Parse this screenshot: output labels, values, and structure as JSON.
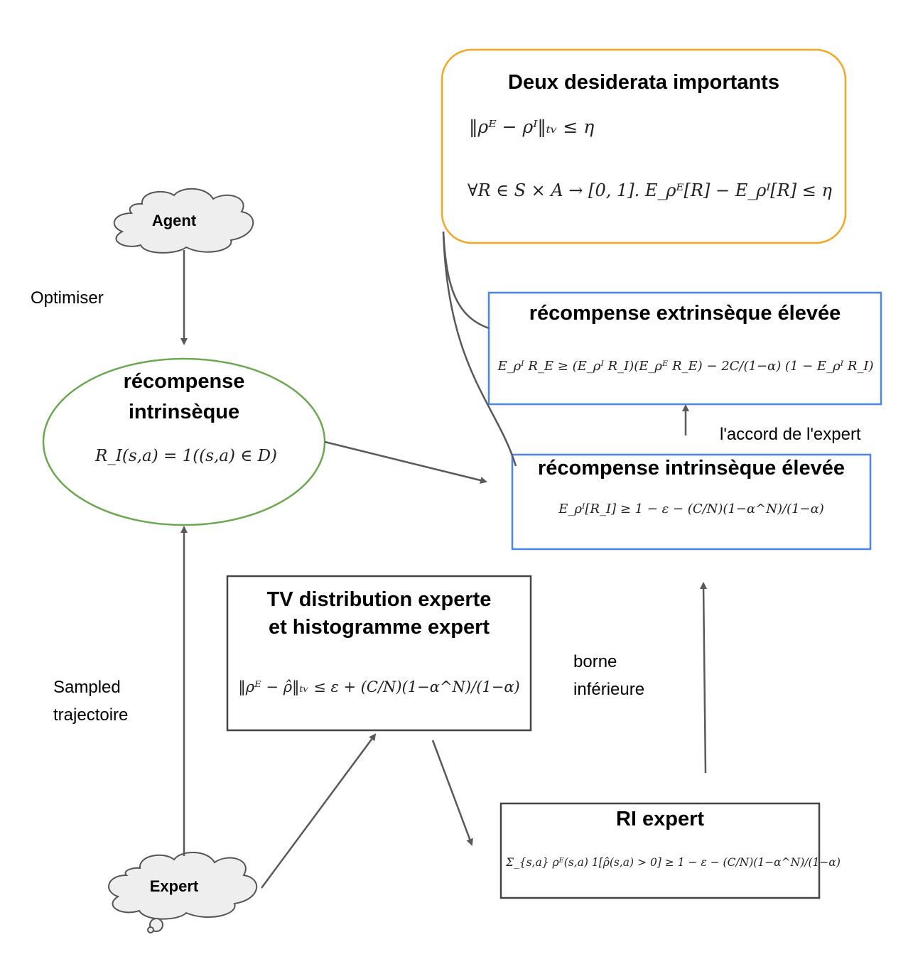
{
  "nodes": {
    "agent": {
      "label": "Agent"
    },
    "expert": {
      "label": "Expert"
    },
    "desiderata": {
      "title": "Deux desiderata importants",
      "eq1": "‖ρᴱ − ρᴵ‖ₜᵥ ≤ η",
      "eq2": "∀R ∈ S × A → [0, 1].   E_ρᴱ[R] − E_ρᴵ[R] ≤ η"
    },
    "intrinsic_reward": {
      "title_line1": "récompense",
      "title_line2": "intrinsèque",
      "eq": "R_I(s,a) = 1((s,a) ∈ D)"
    },
    "high_extrinsic": {
      "title": "récompense extrinsèque élevée",
      "eq": "E_ρᴵ R_E ≥ (E_ρᴵ R_I)(E_ρᴱ R_E) − 2C/(1−α) (1 − E_ρᴵ R_I)"
    },
    "high_intrinsic": {
      "title": "récompense intrinsèque élevée",
      "eq": "E_ρᴵ[R_I] ≥ 1 − ε − (C/N)(1−α^N)/(1−α)"
    },
    "tv_box": {
      "title_line1": "TV distribution experte",
      "title_line2": "et histogramme expert",
      "eq": "‖ρᴱ − ρ̂‖ₜᵥ ≤ ε + (C/N)(1−α^N)/(1−α)"
    },
    "ri_expert": {
      "title": "RI expert",
      "eq": "Σ_{s,a} ρᴱ(s,a) 1[ρ̂(s,a) > 0] ≥ 1 − ε − (C/N)(1−α^N)/(1−α)"
    }
  },
  "edge_labels": {
    "optimiser": "Optimiser",
    "sampled_line1": "Sampled",
    "sampled_line2": "trajectoire",
    "borne_line1": "borne",
    "borne_line2": "inférieure",
    "accord": "l'accord de l'expert"
  },
  "colors": {
    "desiderata_border": "#f5a623",
    "ellipse_border": "#6aa84f",
    "blue_border": "#4a86e8",
    "black_border": "#444444",
    "arrow": "#595959",
    "cloud_fill": "#eeeeee"
  }
}
